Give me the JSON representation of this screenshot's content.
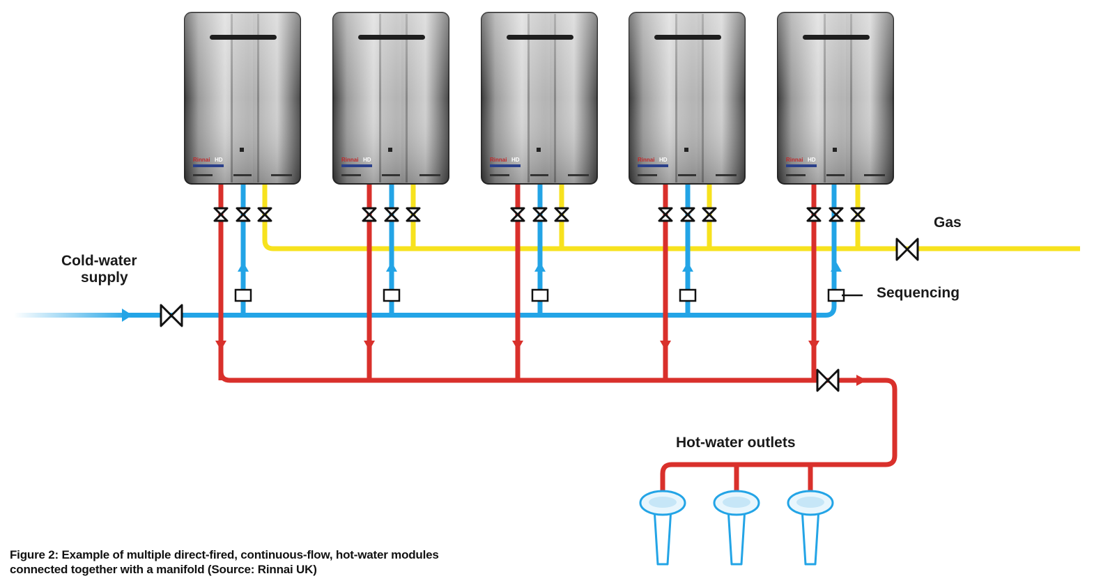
{
  "labels": {
    "gas": "Gas",
    "cold_water_line1": "Cold-water",
    "cold_water_line2": "supply",
    "sequencing": "Sequencing",
    "hot_water_outlets": "Hot-water outlets"
  },
  "heater_brand": "Rinnai",
  "heater_model": "HD",
  "caption": {
    "line1": "Figure 2: Example of multiple direct-fired, continuous-flow, hot-water modules",
    "line2": "connected together with a manifold (Source: Rinnai UK)"
  },
  "colors": {
    "hot_pipe": "#d9302b",
    "cold_pipe": "#23a4e6",
    "gas_pipe": "#f7e21e",
    "valve": "#111111"
  }
}
